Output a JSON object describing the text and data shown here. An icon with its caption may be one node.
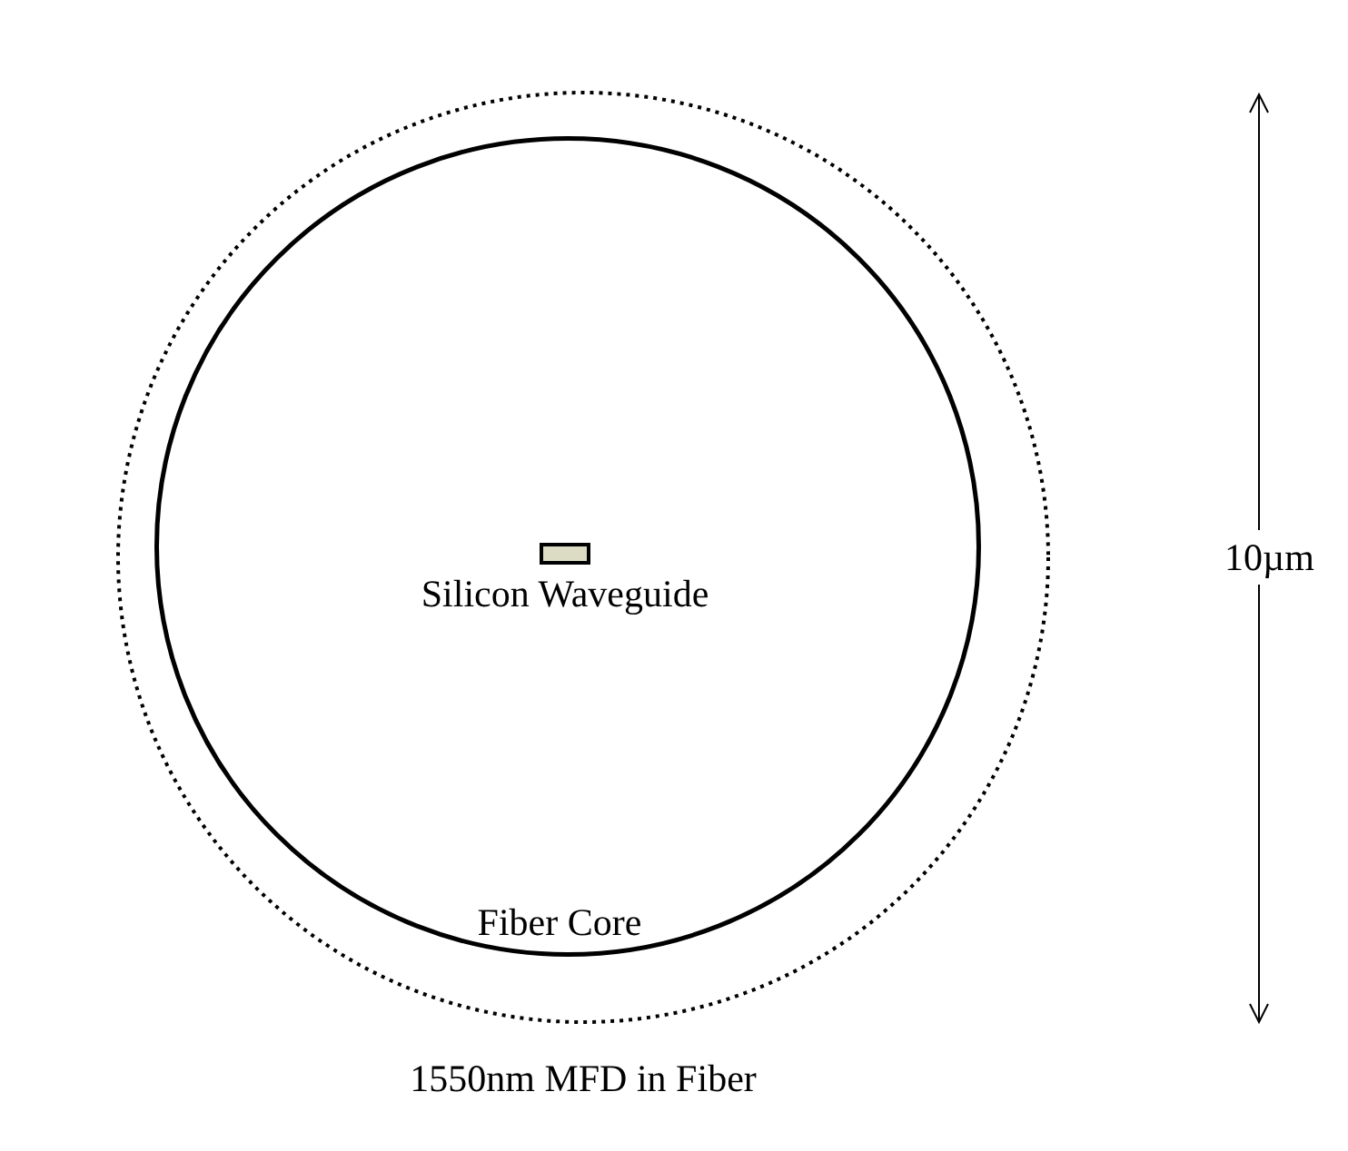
{
  "diagram": {
    "nodes": [
      {
        "text": [
          "1550nm MFD in Fiber"
        ]
      },
      {
        "text": [
          "Fiber Core"
        ],
        "in": 0
      },
      {
        "text": [
          "Silicon Waveguide"
        ],
        "in": 1
      }
    ],
    "labels": [
      "10µm"
    ]
  }
}
